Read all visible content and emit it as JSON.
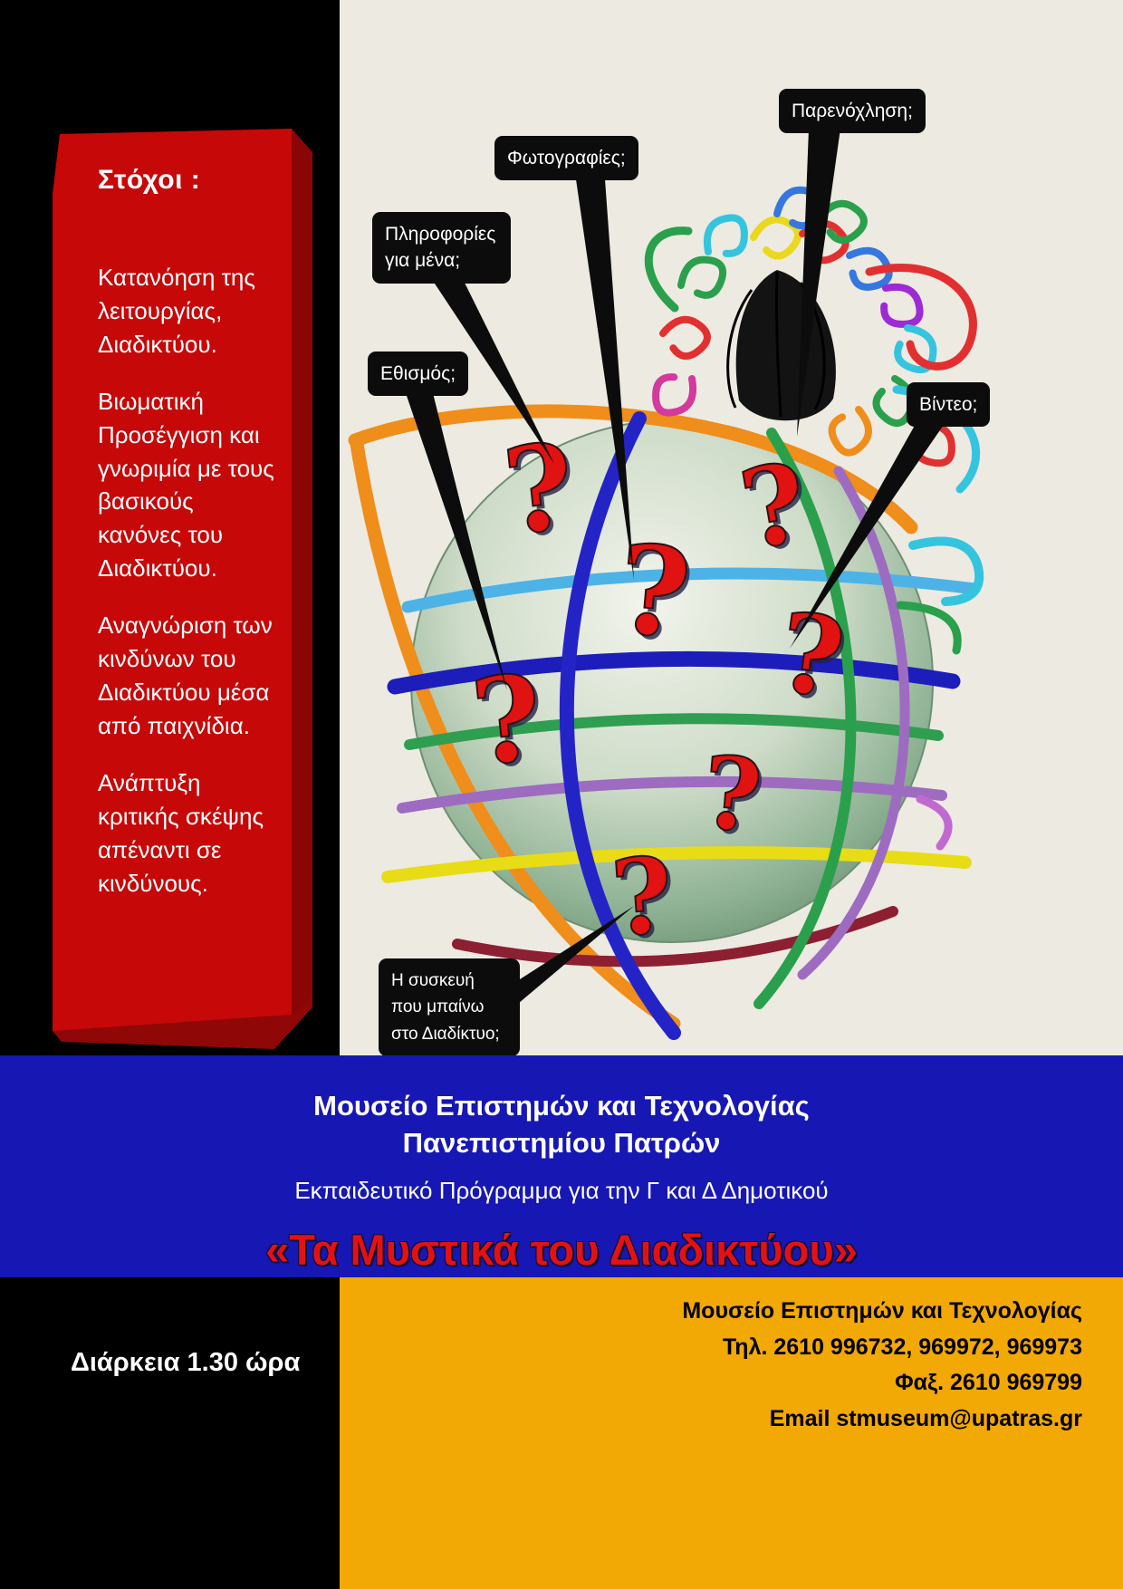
{
  "colors": {
    "panel_red": "#c60808",
    "band_blue": "#1717b4",
    "footer_orange": "#f2a805",
    "title_red": "#e31212",
    "question_mark_red": "#e01212"
  },
  "goals": {
    "heading": "Στόχοι :",
    "items": [
      "Κατανόηση της λειτουργίας, Διαδικτύου.",
      "Βιωματική Προσέγγιση και γνωριμία με τους βασικούς κανόνες του Διαδικτύου.",
      "Αναγνώριση των  κινδύνων του Διαδικτύου μέσα από παιχνίδια.",
      "Ανάπτυξη κριτικής σκέψης απέναντι σε κινδύνους."
    ]
  },
  "callouts": [
    {
      "label": "Πληροφορίες για μένα;"
    },
    {
      "label": "Φωτογραφίες;"
    },
    {
      "label": "Παρενόχληση;"
    },
    {
      "label": "Εθισμός;"
    },
    {
      "label": "Βίντεο;"
    },
    {
      "label": "Η συσκευή που μπαίνω  στο Διαδίκτυο;"
    }
  ],
  "globe": {
    "qmark": "?"
  },
  "banner": {
    "museum_line1": "Μουσείο  Επιστημών και Τεχνολογίας",
    "museum_line2": "Πανεπιστημίου Πατρών",
    "program": "Εκπαιδευτικό Πρόγραμμα για την Γ και Δ Δημοτικού",
    "title": "«Τα Μυστικά του Διαδικτύου»"
  },
  "footer": {
    "duration": "Διάρκεια  1.30 ώρα",
    "contact": [
      "Μουσείο Επιστημών και Τεχνολογίας",
      "Τηλ. 2610 996732, 969972, 969973",
      "Φαξ. 2610 969799",
      "Email stmuseum@upatras.gr"
    ]
  }
}
